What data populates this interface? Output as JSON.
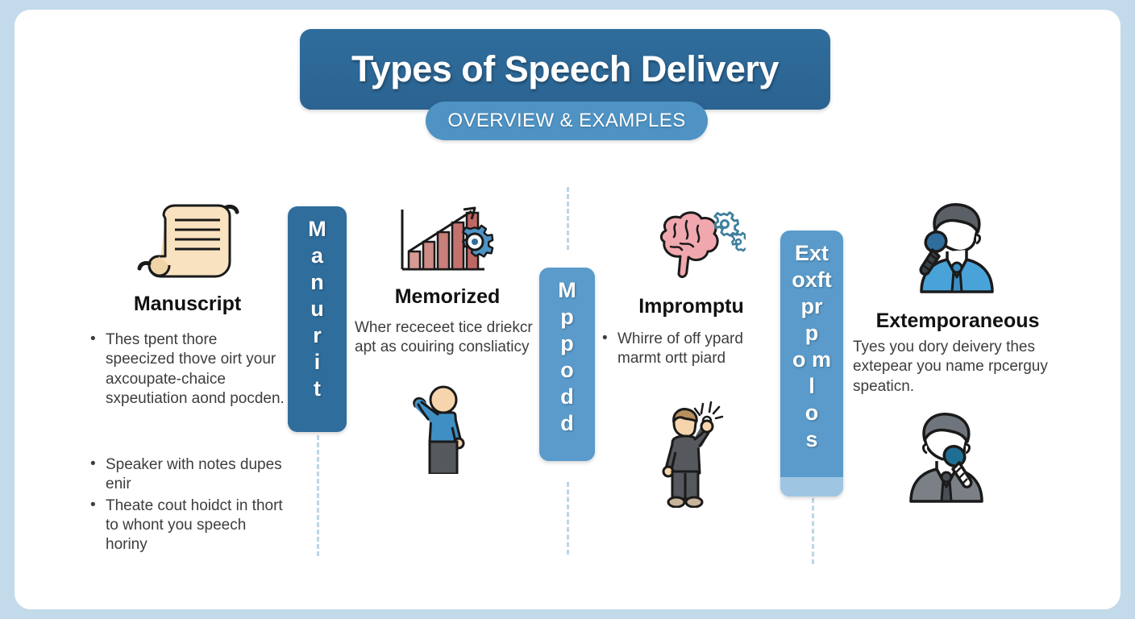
{
  "page": {
    "background_color": "#c3daea",
    "card_color": "#ffffff"
  },
  "header": {
    "title": "Types of Speech Delivery",
    "subtitle": "OVERVIEW & EXAMPLES",
    "title_bg": "#2f6d9c",
    "subtitle_bg": "#4f93c4",
    "title_color": "#ffffff"
  },
  "tabs": [
    {
      "id": "manuscript-tab",
      "letters": [
        "M",
        "a",
        "n",
        "u",
        "r",
        "i",
        "t"
      ],
      "color": "#2f6d9c"
    },
    {
      "id": "memorized-tab",
      "letters": [
        "M",
        "p",
        "p",
        "o",
        "d",
        "d"
      ],
      "color": "#5a9bcb"
    },
    {
      "id": "extemporaneous-tab",
      "letters": [
        "Ext",
        "oxft",
        "pr",
        "p",
        "o m",
        "l",
        "o",
        "s"
      ],
      "color": "#5a9bcb"
    }
  ],
  "columns": [
    {
      "id": "manuscript",
      "title": "Manuscript",
      "icon": "scroll-icon",
      "bullets_top": [
        "Thes tpent thore speecized thove oirt your axcoupate-chaice sxpeutiation aond pocden."
      ],
      "bullets_bottom": [
        "Speaker with notes dupes enir",
        "Theate cout hoidct in thort to whont you speech horiny"
      ]
    },
    {
      "id": "memorized",
      "title": "Memorized",
      "icon": "bar-chart-gear-icon",
      "body": "Wher receceet tice driekcr apt as couiring consliaticy",
      "figure": "person-raising-hand-icon"
    },
    {
      "id": "impromptu",
      "title": "Impromptu",
      "icon": "brain-gears-icon",
      "bullets": [
        "Whirre of off ypard marmt ortt piard"
      ],
      "figure": "person-idea-icon"
    },
    {
      "id": "extemporaneous",
      "title": "Extemporaneous",
      "icon": "speaker-microphone-blue-icon",
      "body": "Tyes you dory deivery thes extepear you name rpcerguy speaticn.",
      "figure": "speaker-microphone-gray-icon"
    }
  ],
  "colors": {
    "accent_dark_blue": "#2f6d9c",
    "accent_light_blue": "#5a9bcb",
    "divider": "#bcd6e7",
    "scroll_fill": "#f6ddb5",
    "brain_fill": "#f0a8ae",
    "bar_fill": "#c97f7a",
    "gear_fill": "#4f93c4",
    "skin": "#f6d5ad",
    "suit_blue": "#4aa3d8",
    "suit_gray": "#7a8086"
  }
}
